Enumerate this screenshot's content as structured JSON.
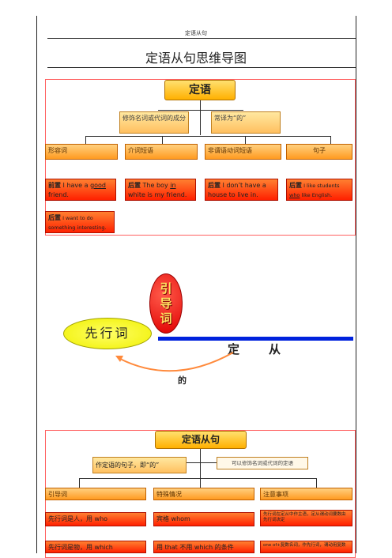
{
  "header": {
    "title": "定语从句"
  },
  "doc_title": "定语从句思维导图",
  "map1": {
    "root": "定语",
    "left_note": "修饰名词或代词的成分",
    "right_note": "常译为“的”",
    "categories": [
      "形容词",
      "介词短语",
      "非谓语动词短语",
      "句子"
    ],
    "examples": [
      {
        "lead": "前置",
        "text": " I have a ",
        "mark": "good",
        "tail": " friend."
      },
      {
        "lead": "后置",
        "text": " The boy ",
        "mark": "in",
        "tail": " white is my friend."
      },
      {
        "lead": "后置",
        "text": " I don’t have a house to live in.",
        "mark": "",
        "tail": ""
      },
      {
        "lead": "后置",
        "text": " I like students ",
        "mark": "who",
        "tail": " like English."
      }
    ],
    "extra": {
      "lead": "后置",
      "text": " I want to do something interesting."
    }
  },
  "diagram": {
    "intro_word": "引导词",
    "antecedent": "先行词",
    "clause_chars": [
      "定",
      "从"
    ],
    "arrow_label": "的"
  },
  "map2": {
    "root": "定语从句",
    "left_note": "作定语的句子，即“的”",
    "right_note": "可以修饰名词或代词的定语",
    "categories": [
      "引导词",
      "特殊情况",
      "注意事项"
    ],
    "row1": [
      "先行词是人，用 who",
      "宾格 whom",
      "先行词在定从中作主语，定从谓动词要数由先行词决定"
    ],
    "row2": [
      "先行词是物，用 which",
      "用 that 不用 which 的条件",
      "one of+复数名词，作先行词，谓动用复数"
    ]
  },
  "colors": {
    "frame": "#ff6060",
    "blue_line": "#0022dd",
    "arrow": "#ff8a3c",
    "bubble": "#ffff33",
    "intro_bubble": "#ff2020"
  }
}
